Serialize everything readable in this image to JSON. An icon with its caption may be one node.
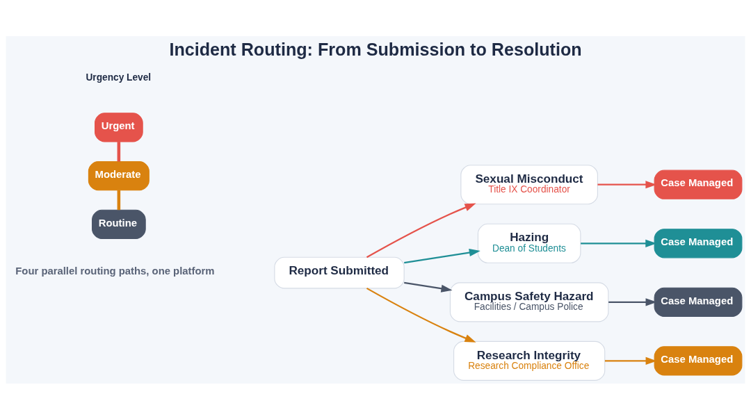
{
  "diagram": {
    "title": "Incident Routing: From Submission to Resolution",
    "nodes": [
      {
        "text": [
          "Report Submitted"
        ]
      },
      {
        "text": [
          "Sexual Misconduct",
          "Title IX Coordinator"
        ]
      },
      {
        "text": [
          "Hazing",
          "Dean of Students"
        ]
      },
      {
        "text": [
          "Campus Safety Hazard",
          "Facilities / Campus Police"
        ]
      },
      {
        "text": [
          "Research Integrity",
          "Research Compliance Office"
        ]
      },
      {
        "text": [
          "Case Managed"
        ]
      },
      {
        "text": [
          "Case Managed"
        ]
      },
      {
        "text": [
          "Case Managed"
        ]
      },
      {
        "text": [
          "Case Managed"
        ]
      },
      {
        "text": [
          "Urgent"
        ]
      },
      {
        "text": [
          "Moderate"
        ]
      },
      {
        "text": [
          "Routine"
        ]
      }
    ],
    "edges": [
      {
        "from": 0,
        "to": 1,
        "arrow": "to",
        "color": "#e5534b"
      },
      {
        "from": 0,
        "to": 2,
        "arrow": "to",
        "color": "#1f8f96"
      },
      {
        "from": 0,
        "to": 3,
        "arrow": "to",
        "color": "#4a5568"
      },
      {
        "from": 0,
        "to": 4,
        "arrow": "to",
        "color": "#d9820f"
      },
      {
        "from": 1,
        "to": 5,
        "arrow": "to",
        "color": "#e5534b"
      },
      {
        "from": 2,
        "to": 6,
        "arrow": "to",
        "color": "#1f8f96"
      },
      {
        "from": 3,
        "to": 7,
        "arrow": "to",
        "color": "#4a5568"
      },
      {
        "from": 4,
        "to": 8,
        "arrow": "to",
        "color": "#d9820f"
      },
      {
        "from": 9,
        "to": 10,
        "arrow": "none",
        "style": "thick",
        "color": "#e5534b"
      },
      {
        "from": 10,
        "to": 11,
        "arrow": "none",
        "style": "thick",
        "color": "#d9820f"
      }
    ],
    "labels": [
      "Four parallel routing paths, one platform",
      "Urgency Level"
    ]
  }
}
